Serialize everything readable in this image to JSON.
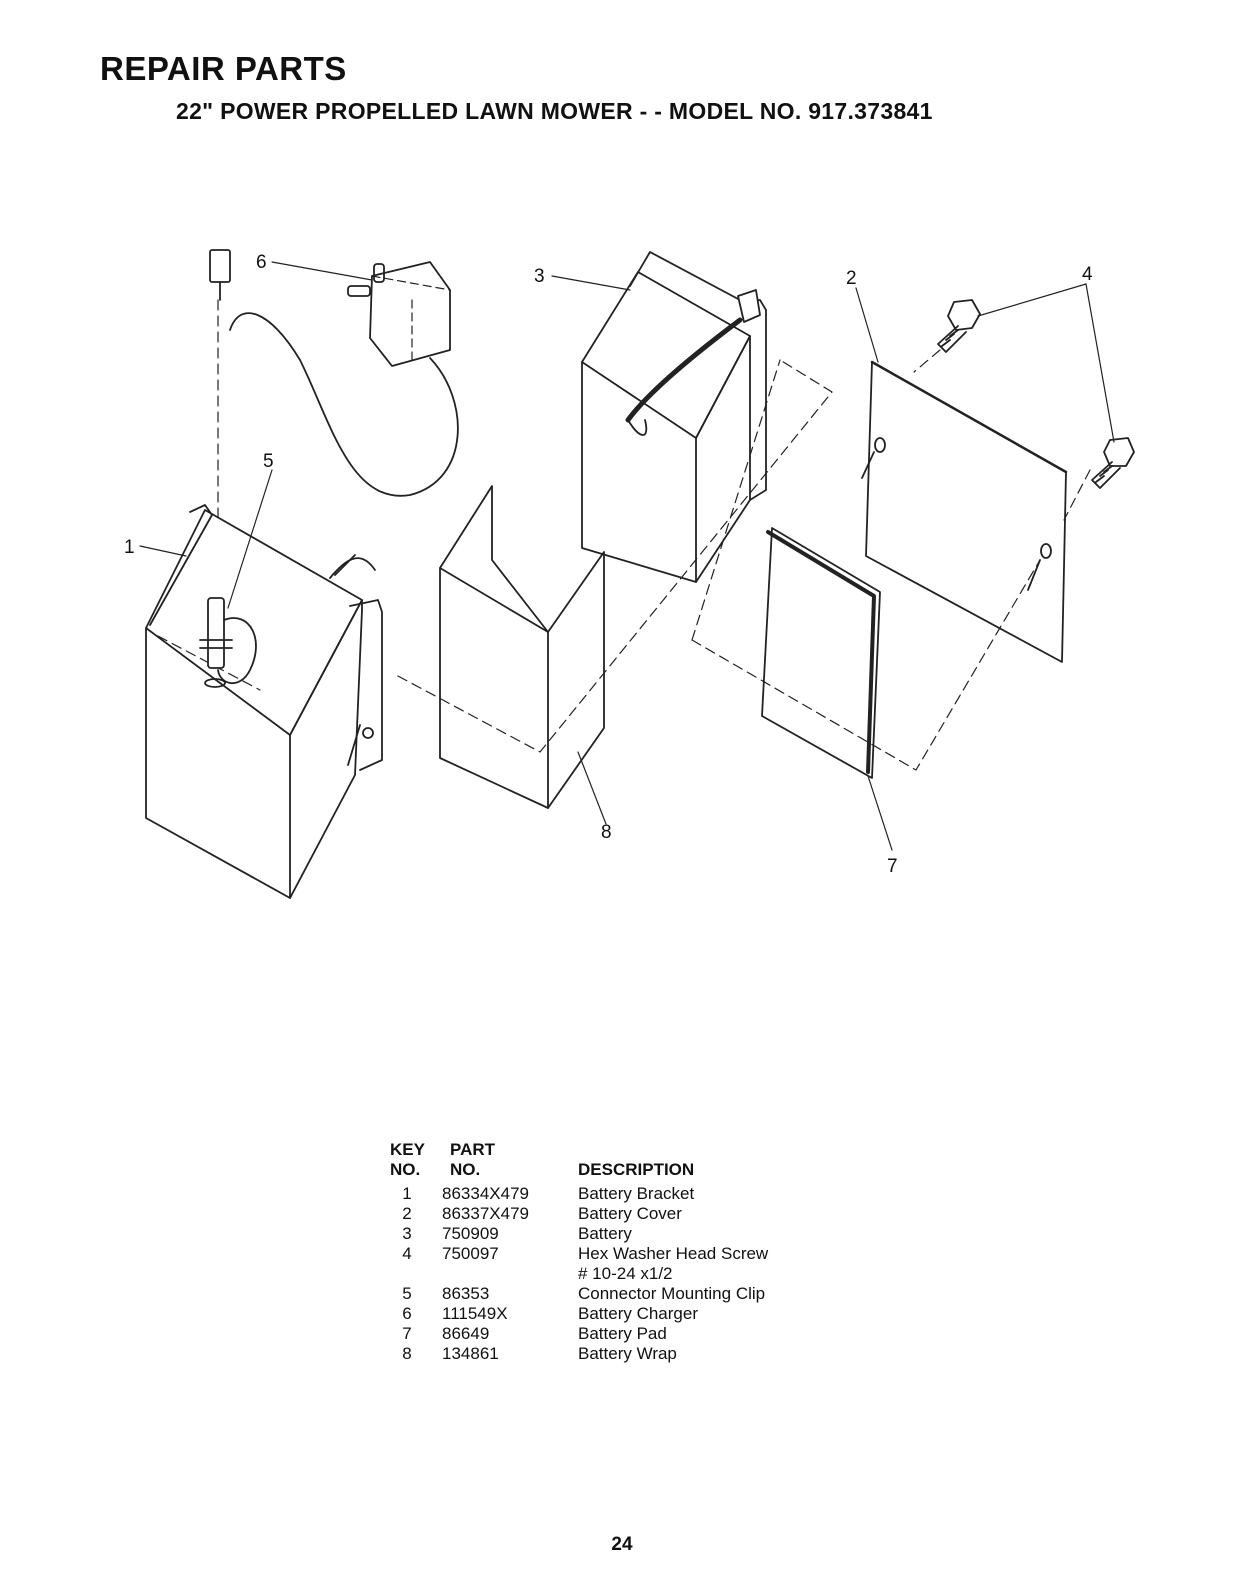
{
  "header": {
    "title": "REPAIR PARTS",
    "subtitle": "22\" POWER PROPELLED LAWN MOWER - - MODEL NO. 917.373841"
  },
  "diagram": {
    "callouts": [
      "1",
      "2",
      "3",
      "4",
      "5",
      "6",
      "7",
      "8"
    ]
  },
  "parts_table": {
    "headers": {
      "key_line1": "KEY",
      "key_line2": "NO.",
      "part_line1": "PART",
      "part_line2": "NO.",
      "description": "DESCRIPTION"
    },
    "rows": [
      {
        "key": "1",
        "part": "86334X479",
        "description": "Battery Bracket"
      },
      {
        "key": "2",
        "part": "86337X479",
        "description": "Battery Cover"
      },
      {
        "key": "3",
        "part": "750909",
        "description": "Battery"
      },
      {
        "key": "4",
        "part": "750097",
        "description": "Hex Washer Head Screw",
        "description_line2": "# 10-24 x1/2"
      },
      {
        "key": "5",
        "part": "86353",
        "description": "Connector Mounting Clip"
      },
      {
        "key": "6",
        "part": "111549X",
        "description": "Battery Charger"
      },
      {
        "key": "7",
        "part": "86649",
        "description": "Battery Pad"
      },
      {
        "key": "8",
        "part": "134861",
        "description": "Battery Wrap"
      }
    ]
  },
  "footer": {
    "page_number": "24"
  }
}
